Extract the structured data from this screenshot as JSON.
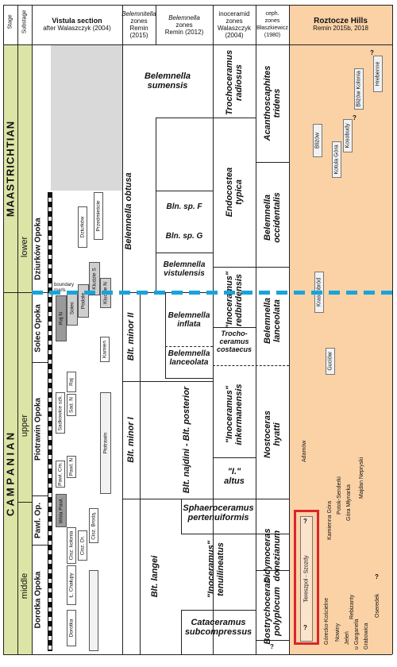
{
  "headers": {
    "stage": "Stage",
    "substage": "Substage",
    "vistula_title": "Vistula section",
    "vistula_sub": "after Walaszczyk (2004)",
    "belemnitella_title": "Belemnitella",
    "belemnitella_sub1": "zones",
    "belemnitella_sub2": "Remin (2015)",
    "belemnella_title": "Belemnella",
    "belemnella_sub1": "zones",
    "belemnella_sub2": "Remin (2012)",
    "inoceramid_title": "inoceramid",
    "inoceramid_sub1": "zones",
    "inoceramid_sub2": "Walaszczyk",
    "inoceramid_sub3": "(2004)",
    "ceph_title": "ceph.",
    "ceph_sub1": "zones",
    "ceph_sub2": "Błaszkiewicz",
    "ceph_sub3": "(1980)",
    "roztocze_title": "Roztocze Hills",
    "roztocze_sub": "Remin 2015b, 2018"
  },
  "stages": {
    "maastrichtian": "MAASTRICHTIAN",
    "maastrichtian_sub": "lower",
    "campanian": "C A M P A N I A N",
    "campanian_sub": "upper",
    "campanian_middle": "middle"
  },
  "units": {
    "dziurkow": "Dziurków Opoka",
    "solec": "Solec Opoka",
    "piotrawin": "Piotrawin Opoka",
    "pawl": "Pawl. Op.",
    "dorotka": "Dorotka Opoka"
  },
  "vistula_localities": {
    "przedmiescie": "Przedmieście",
    "dziurkow": "Dziurków",
    "kludzie_s": "Kludzie S",
    "kludzie_n": "Kludzie N",
    "podole": "Podole",
    "solec": "Solec",
    "raj_n": "Raj N",
    "boundary_marls": "boundary marls",
    "kamien": "Kamień",
    "raj": "Raj",
    "sad_n": "Sad. N",
    "sadkowice": "Sadkowice szk.",
    "pawl_n": "Pawl. N",
    "pawl_cm": "Pawl. Cm.",
    "piotrawin": "Piotrawin",
    "wola_pawl": "Wola Pawl.",
    "cisz_brod": "Cisz. Brodą.",
    "cisz_dr": "Cisz. Dr.",
    "cisz_kolonia": "Cisz. kolonia",
    "l_chalupy": "Ł. Chałupy",
    "dorotka": "Dorotka"
  },
  "belemnitella_zones": {
    "sumensis": "Belemnella sumensis",
    "obtusa": "Belemnella obtusa",
    "minor2": "Blt. minor II",
    "minor1": "Blt. minor I",
    "langei": "Blt. langei"
  },
  "belemnella_zones": {
    "sp_f": "Bln. sp. F",
    "sp_g": "Bln. sp. G",
    "vistulensis_1": "Belemnella",
    "vistulensis_2": "vistulensis",
    "inflata_1": "Belemnella",
    "inflata_2": "inflata",
    "lanceolata_1": "Belemnella",
    "lanceolata_2": "lanceolata",
    "najdini": "Blt. najdini - Blt. posterior"
  },
  "inoceramid_zones": {
    "trochoceramus_1": "Trochoceramus",
    "trochoceramus_2": "radiosus",
    "endocostea_1": "Endocostea",
    "endocostea_2": "typica",
    "redbirdensis_1": "\"Inoceramus\"",
    "redbirdensis_2": "redbirdensis",
    "costaecus_1": "Trocho-",
    "costaecus_2": "ceramus",
    "costaecus_3": "costaecus",
    "inkermanensis_1": "\"Inoceramus\"",
    "inkermanensis_2": "inkermanensis",
    "altus_1": "\"I.\"",
    "altus_2": "altus",
    "sphaeroceramus_1": "Sphaeroceramus",
    "sphaeroceramus_2": "pertenuiformis",
    "tenuilineatus_1": "\"Inoceramus\"",
    "tenuilineatus_2": "tenuilineatus",
    "cataceramus_1": "Cataceramus",
    "cataceramus_2": "subcompressus"
  },
  "ceph_zones": {
    "acanthoscaphites_1": "Acanthoscaphites",
    "acanthoscaphites_2": "tridens",
    "occidentalis_1": "Belemnella",
    "occidentalis_2": "occidentalis",
    "lanceolata_1": "Belemnella",
    "lanceolata_2": "lanceolata",
    "hyatti_1": "Nostoceras",
    "hyatti_2": "hyatti",
    "donezianum_1": "Didymoceras",
    "donezianum_2": "donezianum",
    "polyplocum_1": "Bostrychoceras",
    "polyplocum_2": "polyplocum",
    "q": "?"
  },
  "roztocze_localities": {
    "hrebenne": "Hrebenne",
    "bizow_kolonia": "Bliżów Kolonia",
    "kosobudy": "Kosobudy",
    "kotula_gora": "Kotula Góra",
    "bizow": "Bliżów",
    "krasnobrod": "Krasnobród",
    "guciow": "Guciów",
    "adamow": "Adamów",
    "majdan_nepryski": "Majdan Nepryski",
    "gora_mlynarka": "Góra Młynarka",
    "potok_senderki": "Potok-Senderki",
    "kamienna_gora": "Kamienna Góra",
    "tereszpol": "Tereszpol - Szozdy",
    "gorecko": "Górecko-Kościelne",
    "nowiny": "Nowiny",
    "jelen": "Jeleń",
    "rebizanty": "Rebizanty",
    "u_garganela": "u Garganela",
    "grabowica": "Grabowica",
    "oseredek": "Oseredek",
    "q": "?"
  },
  "colors": {
    "stage_green": "#dde5a6",
    "roztocze_orange": "#fbd2a6",
    "boundary_blue": "#1aa3d9",
    "highlight_red": "#d9262b",
    "hatch_gray": "#d9d9d9"
  }
}
